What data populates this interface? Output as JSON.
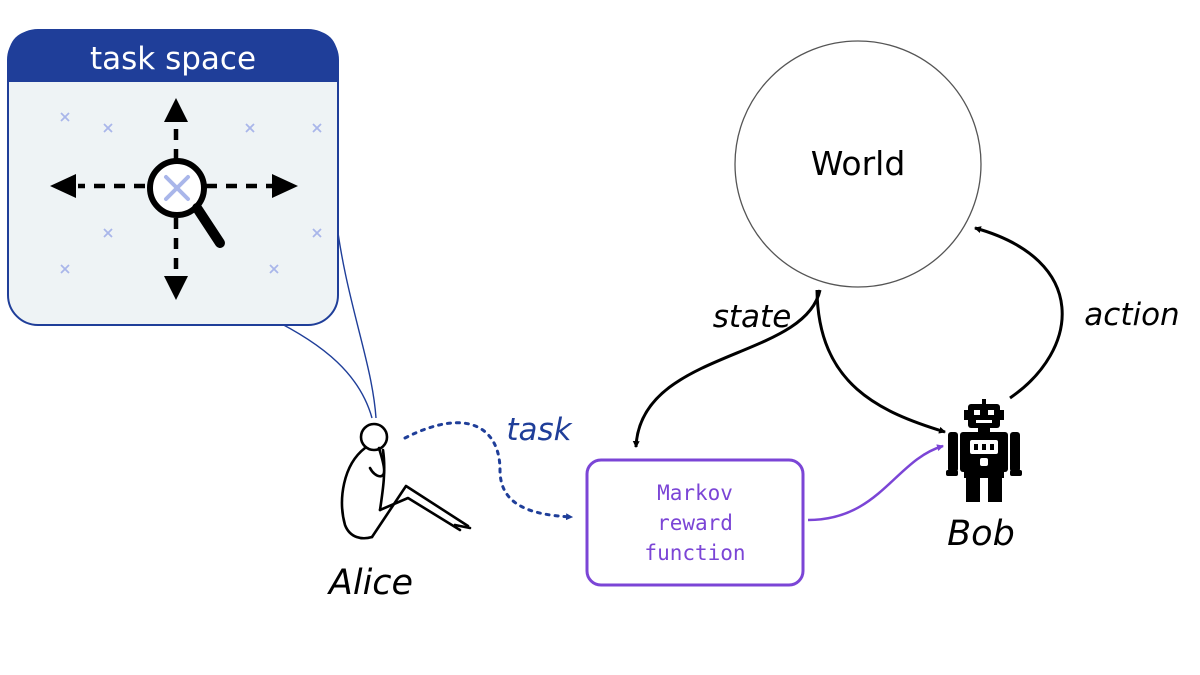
{
  "task_space": {
    "title": "task space"
  },
  "world": {
    "label": "World"
  },
  "edges": {
    "state": "state",
    "action": "action",
    "task": "task"
  },
  "reward_box": {
    "line1": "Markov",
    "line2": "reward",
    "line3": "function"
  },
  "agents": {
    "alice": "Alice",
    "bob": "Bob"
  },
  "colors": {
    "task_space_header": "#1f3e99",
    "task_space_bg": "#eef3f5",
    "task_marker": "#a9b6ea",
    "task_arrow": "#1f3e99",
    "reward_purple": "#7b45d6",
    "ink": "#000000"
  },
  "icons": {
    "search": "magnifier-icon",
    "alice": "thinking-person-icon",
    "bob": "robot-icon"
  }
}
